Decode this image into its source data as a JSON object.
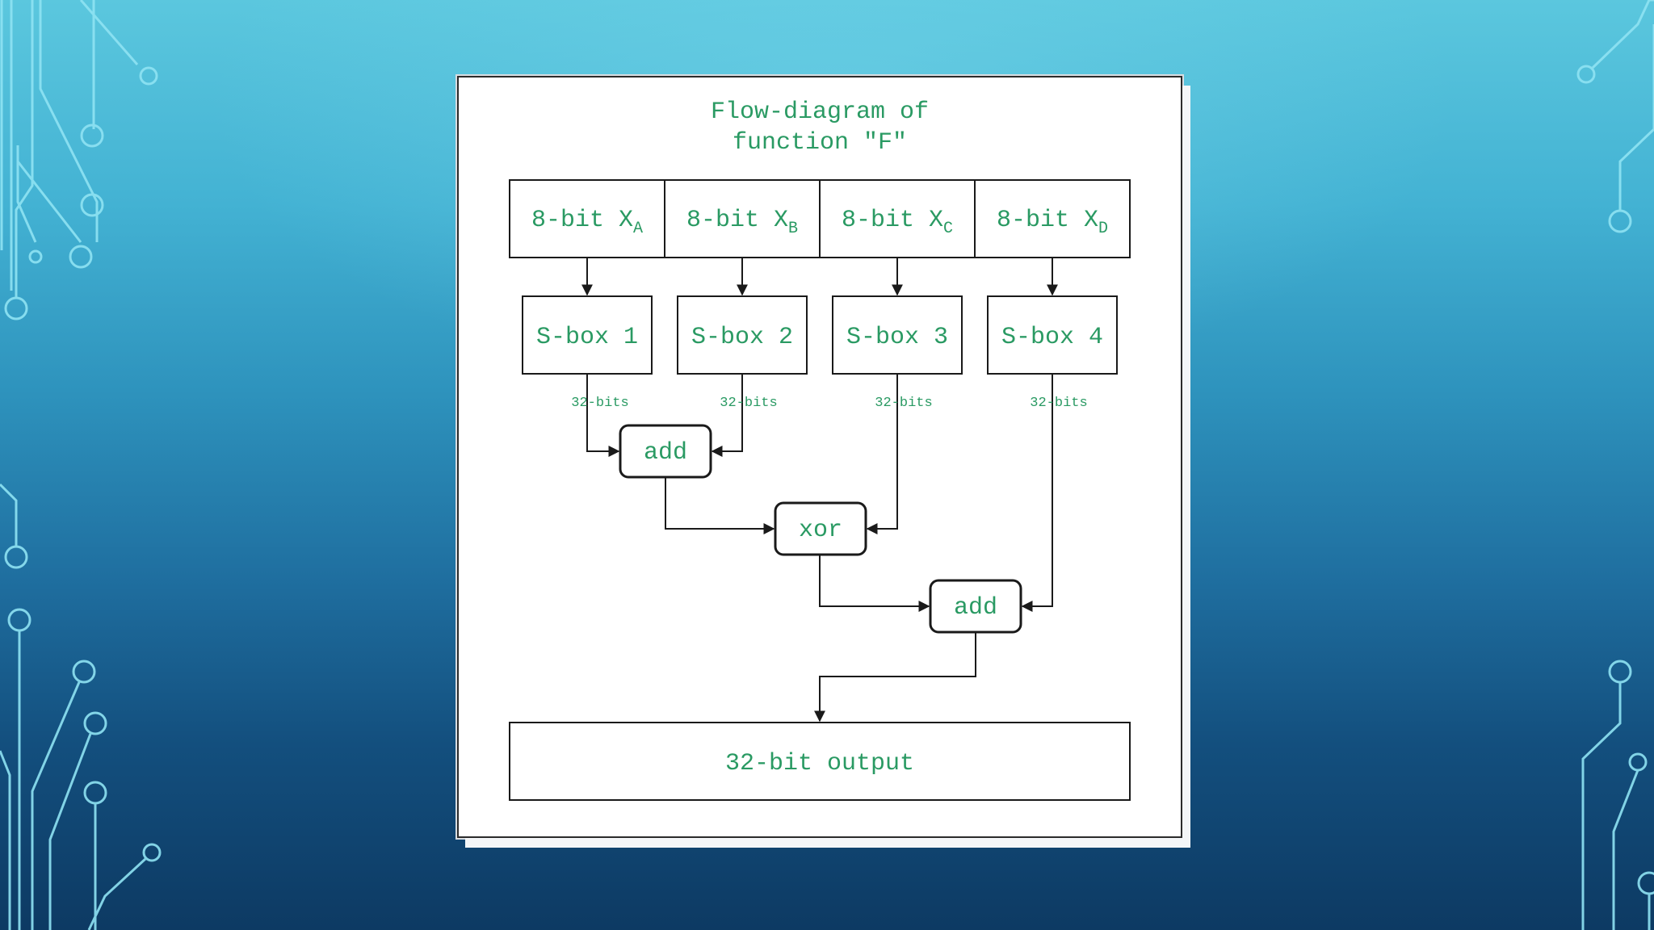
{
  "diagram": {
    "title": "Flow-diagram of\nfunction \"F\"",
    "inputs": [
      {
        "text": "8-bit X",
        "sub": "A"
      },
      {
        "text": "8-bit X",
        "sub": "B"
      },
      {
        "text": "8-bit X",
        "sub": "C"
      },
      {
        "text": "8-bit X",
        "sub": "D"
      }
    ],
    "sboxes": [
      "S-box 1",
      "S-box 2",
      "S-box 3",
      "S-box 4"
    ],
    "bit_labels": [
      "32-bits",
      "32-bits",
      "32-bits",
      "32-bits"
    ],
    "ops": {
      "add1": "add",
      "xor": "xor",
      "add2": "add"
    },
    "output": "32-bit output"
  },
  "colors": {
    "label_green": "#2a9a63",
    "line": "#1a1a1a"
  }
}
